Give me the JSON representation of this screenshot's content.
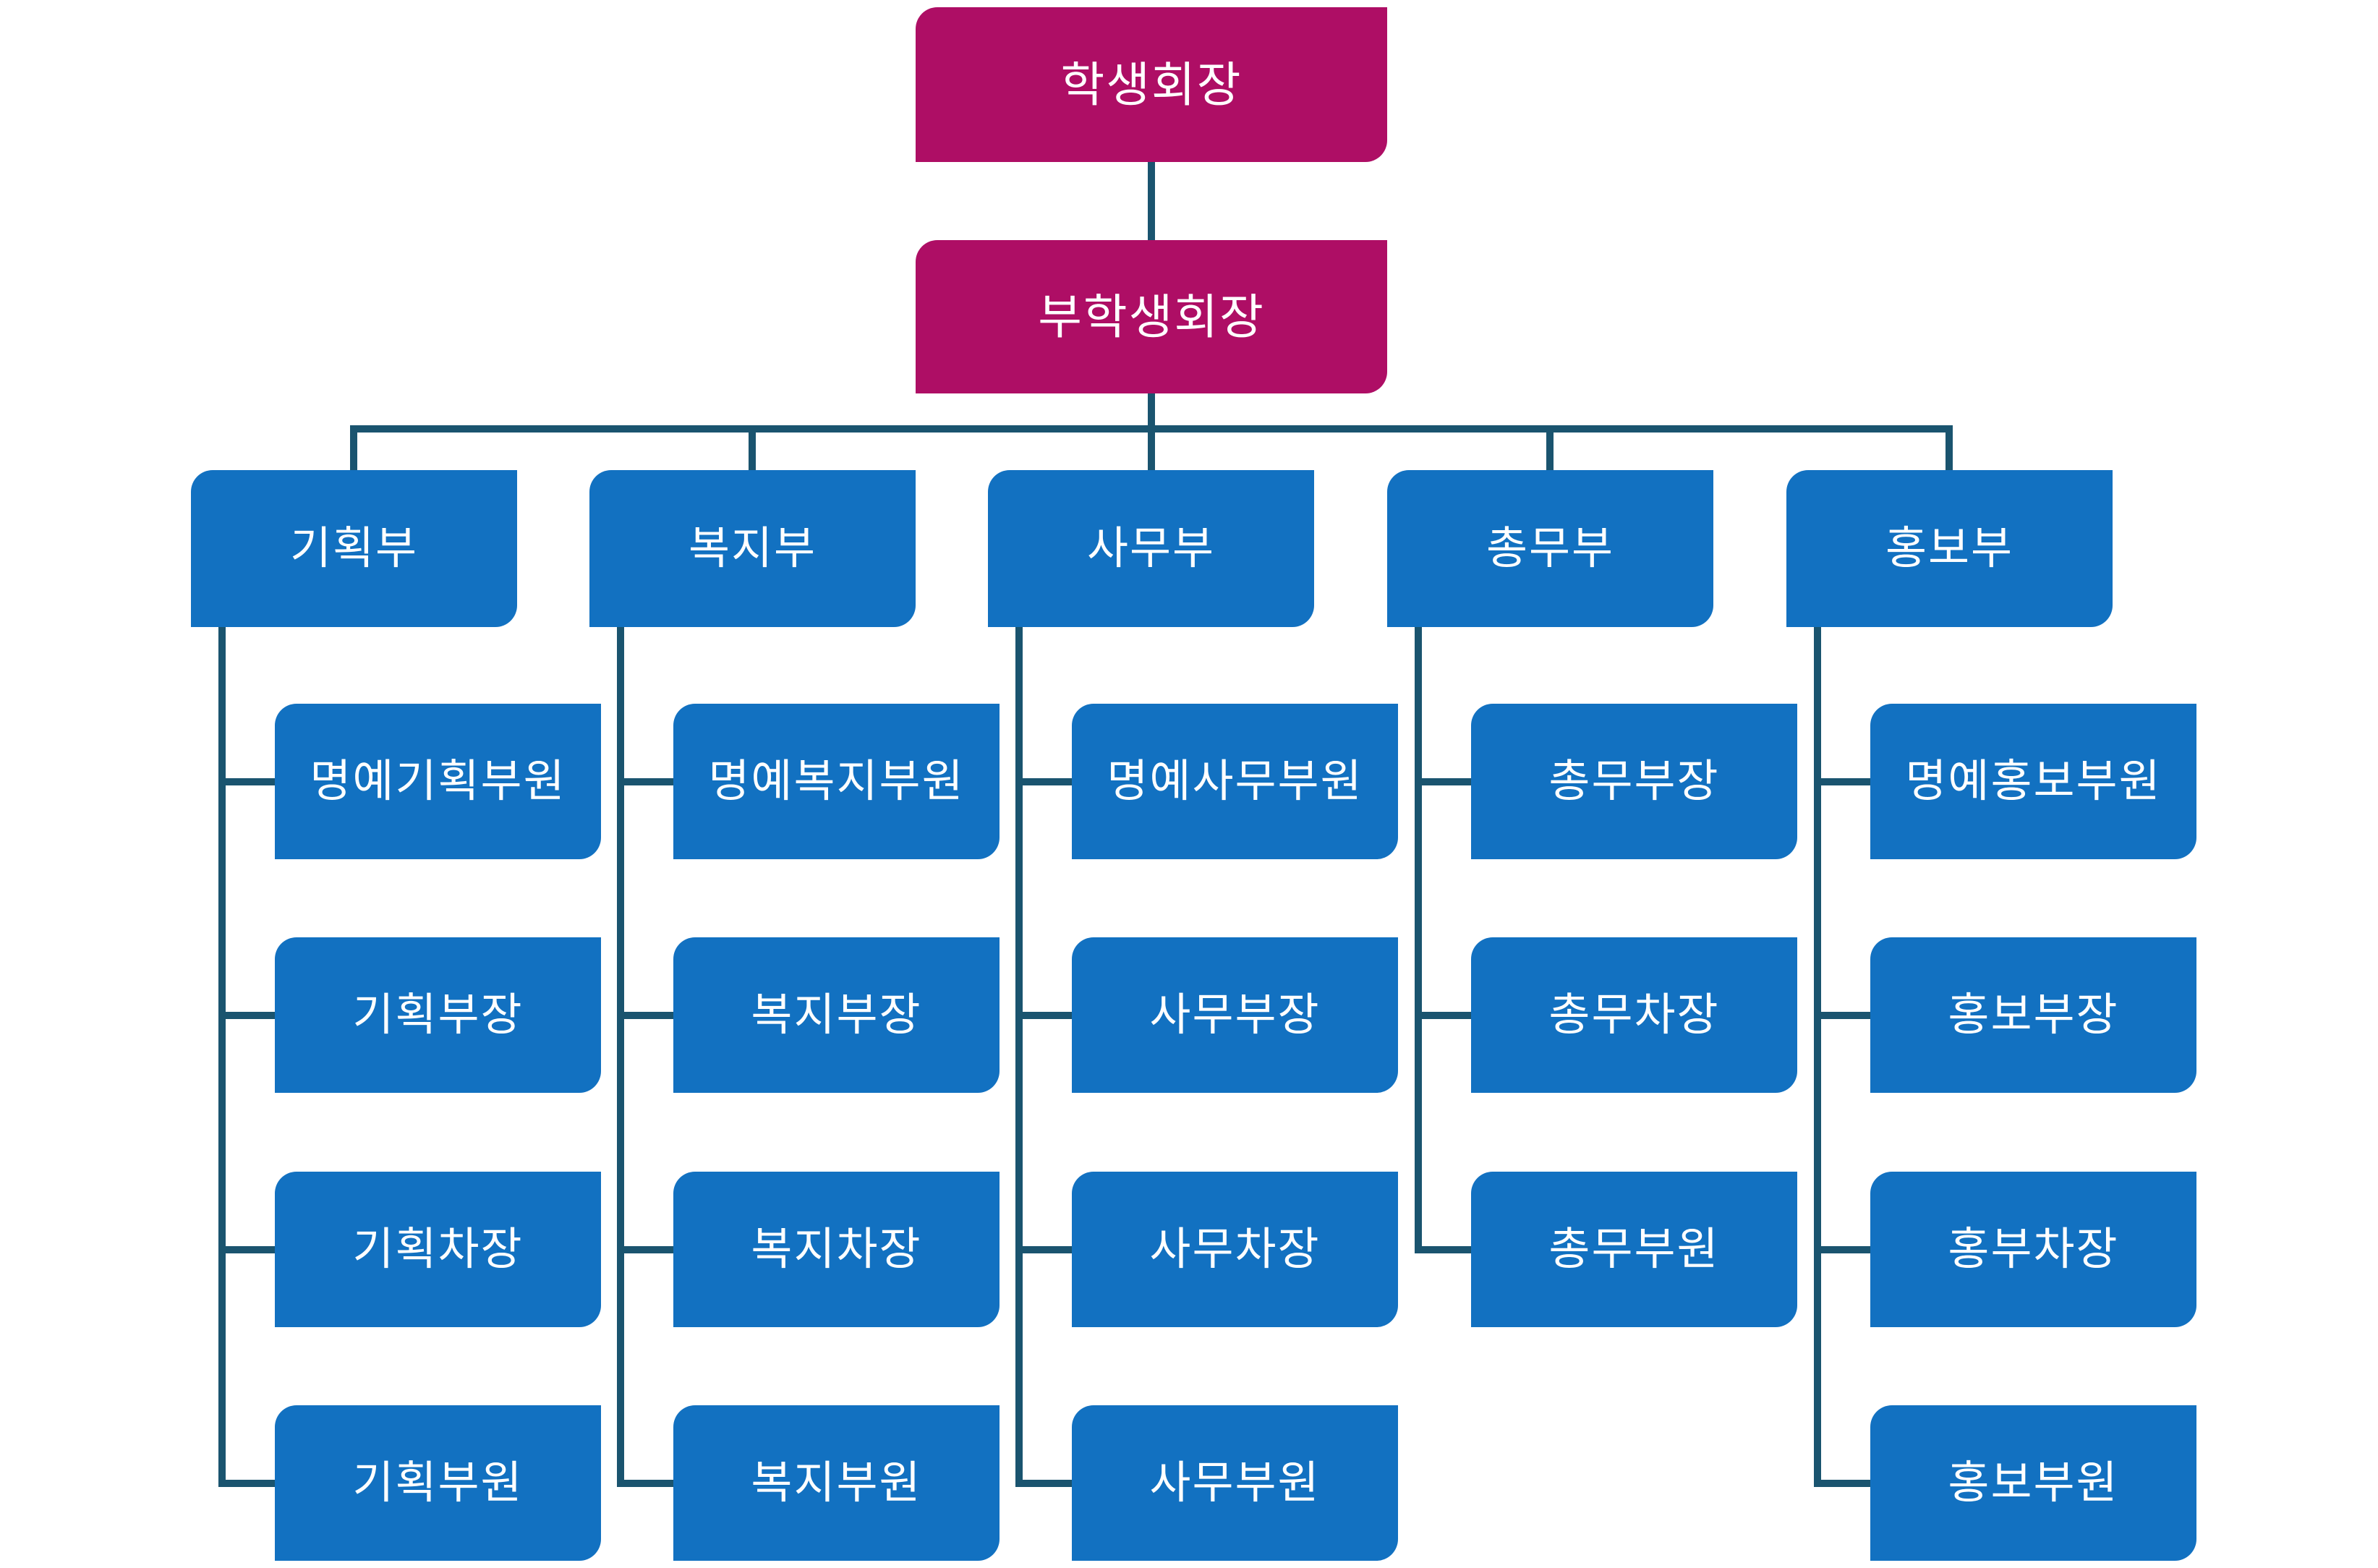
{
  "palette": {
    "magenta": "#AE0E65",
    "blue": "#1271C1",
    "line": "#1A546F",
    "text": "#FFFFFF",
    "bg": "#FFFFFF"
  },
  "root": {
    "label": "학생회장"
  },
  "vice": {
    "label": "부학생회장"
  },
  "departments": [
    {
      "label": "기획부",
      "children": [
        "명예기획부원",
        "기획부장",
        "기획차장",
        "기획부원"
      ]
    },
    {
      "label": "복지부",
      "children": [
        "명예복지부원",
        "복지부장",
        "복지차장",
        "복지부원"
      ]
    },
    {
      "label": "사무부",
      "children": [
        "명예사무부원",
        "사무부장",
        "사무차장",
        "사무부원"
      ]
    },
    {
      "label": "총무부",
      "children": [
        "총무부장",
        "총무차장",
        "총무부원"
      ]
    },
    {
      "label": "홍보부",
      "children": [
        "명예홍보부원",
        "홍보부장",
        "홍부차장",
        "홍보부원"
      ]
    }
  ]
}
